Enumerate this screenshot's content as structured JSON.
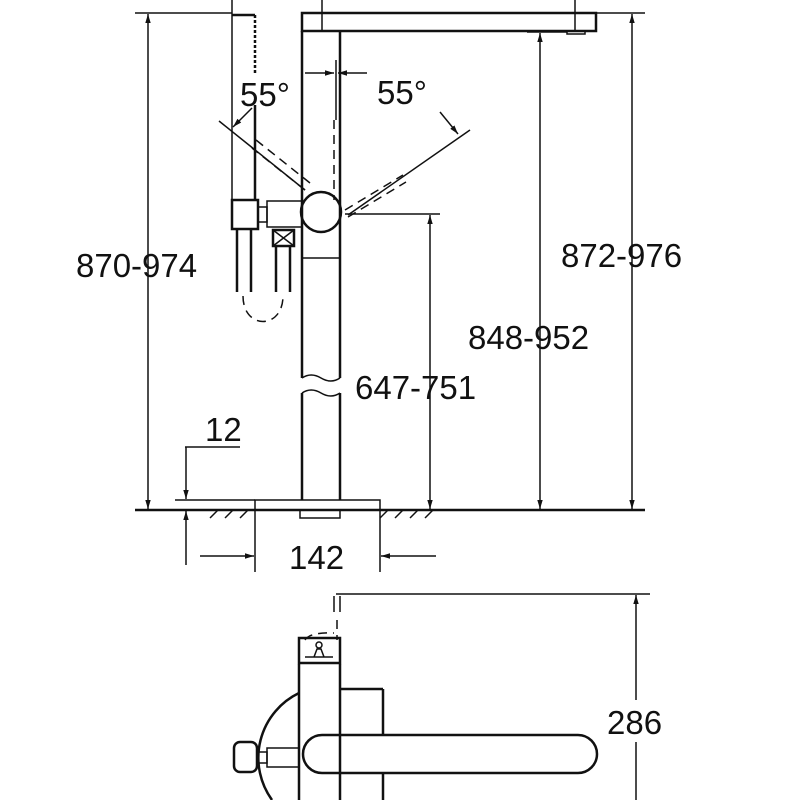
{
  "drawing": {
    "colors": {
      "line": "#111111",
      "background": "#ffffff"
    },
    "dimensions": {
      "angle_left": "55°",
      "angle_right": "55°",
      "height_handshower": "870-974",
      "height_spout_outer": "872-976",
      "height_spout_outlet": "848-952",
      "height_mixer": "647-751",
      "floor_offset": "12",
      "base_width": "142",
      "projection": "286"
    }
  }
}
